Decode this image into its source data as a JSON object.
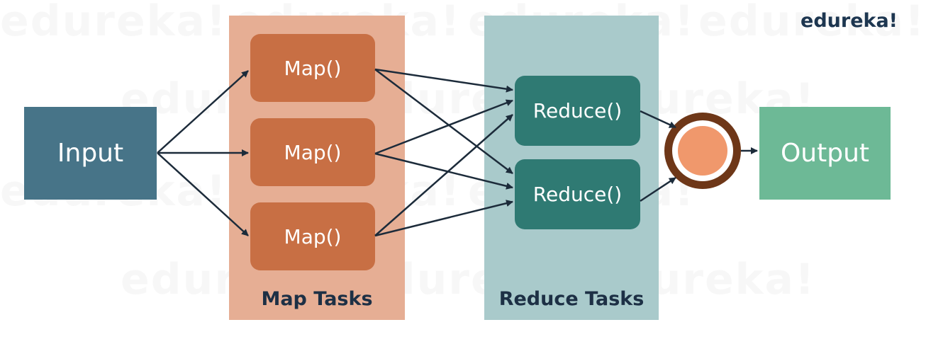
{
  "brand": "edureka!",
  "input_label": "Input",
  "output_label": "Output",
  "map_tasks_label": "Map Tasks",
  "reduce_tasks_label": "Reduce Tasks",
  "map_boxes": [
    "Map()",
    "Map()",
    "Map()"
  ],
  "reduce_boxes": [
    "Reduce()",
    "Reduce()"
  ],
  "colors": {
    "input": "#477488",
    "output": "#6db996",
    "map_box": "#c86f44",
    "map_panel": "#e6ae94",
    "reduce_box": "#2f7a73",
    "reduce_panel": "#a9cacb",
    "combiner_ring": "#6e3718",
    "combiner_fill": "#f0986c",
    "arrow": "#1c2b3a"
  }
}
